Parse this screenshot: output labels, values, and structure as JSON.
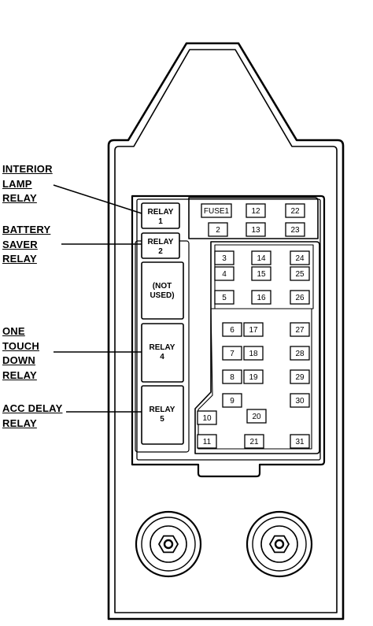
{
  "callouts": {
    "interior_lamp_relay": [
      "INTERIOR",
      "LAMP",
      "RELAY"
    ],
    "battery_saver_relay": [
      "BATTERY",
      "SAVER",
      "RELAY"
    ],
    "one_touch_down_relay": [
      "ONE",
      "TOUCH",
      "DOWN",
      "RELAY"
    ],
    "acc_delay_relay": [
      "ACC DELAY",
      "RELAY"
    ]
  },
  "relays": {
    "relay1": [
      "RELAY",
      "1"
    ],
    "relay2": [
      "RELAY",
      "2"
    ],
    "not_used": [
      "(NOT",
      "USED)"
    ],
    "relay4": [
      "RELAY",
      "4"
    ],
    "relay5": [
      "RELAY",
      "5"
    ]
  },
  "fuses": {
    "f1": "FUSE1",
    "f2": "2",
    "f3": "3",
    "f4": "4",
    "f5": "5",
    "f6": "6",
    "f7": "7",
    "f8": "8",
    "f9": "9",
    "f10": "10",
    "f11": "11",
    "f12": "12",
    "f13": "13",
    "f14": "14",
    "f15": "15",
    "f16": "16",
    "f17": "17",
    "f18": "18",
    "f19": "19",
    "f20": "20",
    "f21": "21",
    "f22": "22",
    "f23": "23",
    "f24": "24",
    "f25": "25",
    "f26": "26",
    "f27": "27",
    "f28": "28",
    "f29": "29",
    "f30": "30",
    "f31": "31"
  },
  "colors": {
    "ink": "#000000",
    "paper": "#ffffff"
  }
}
